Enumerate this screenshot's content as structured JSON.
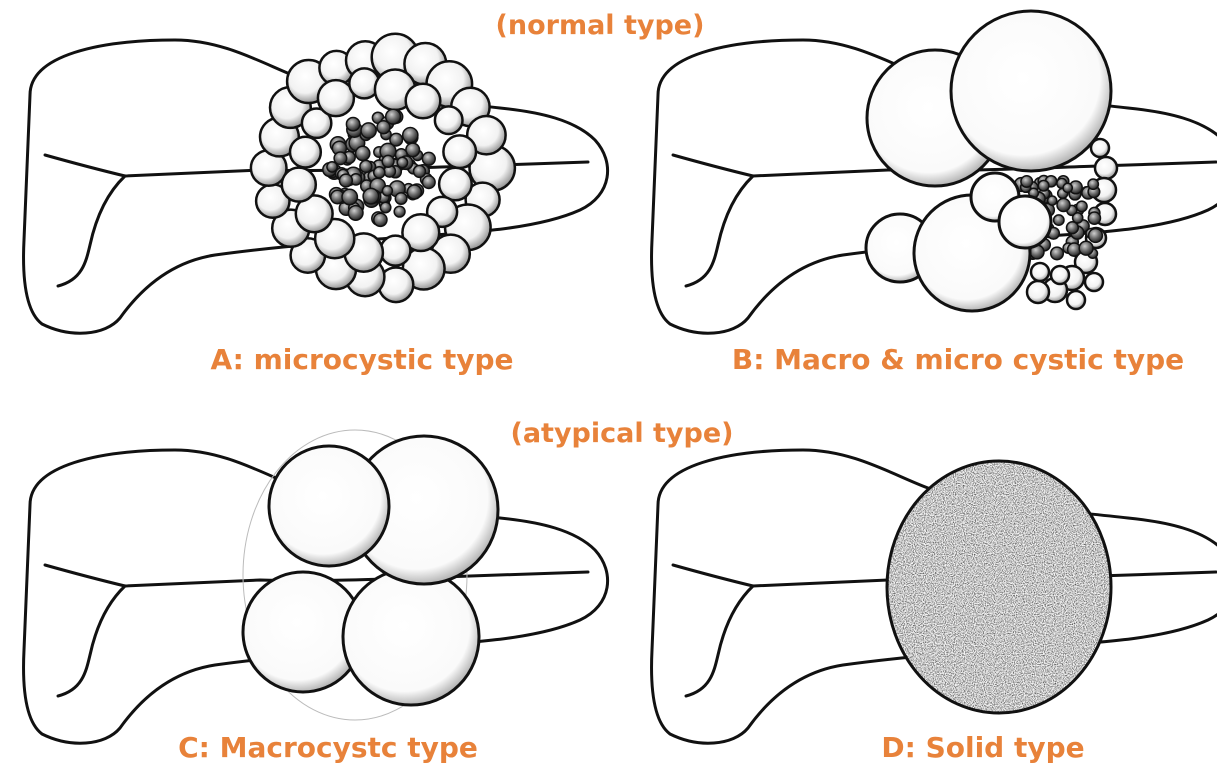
{
  "headings": {
    "normal": "(normal type)",
    "atypical": "(atypical type)"
  },
  "panels": {
    "a": {
      "label": "A: microcystic type"
    },
    "b": {
      "label": "B: Macro & micro cystic type"
    },
    "c": {
      "label": "C: Macrocystc type"
    },
    "d": {
      "label": "D: Solid type"
    }
  },
  "colors": {
    "label": "#e8823a",
    "outline": "#111111"
  }
}
